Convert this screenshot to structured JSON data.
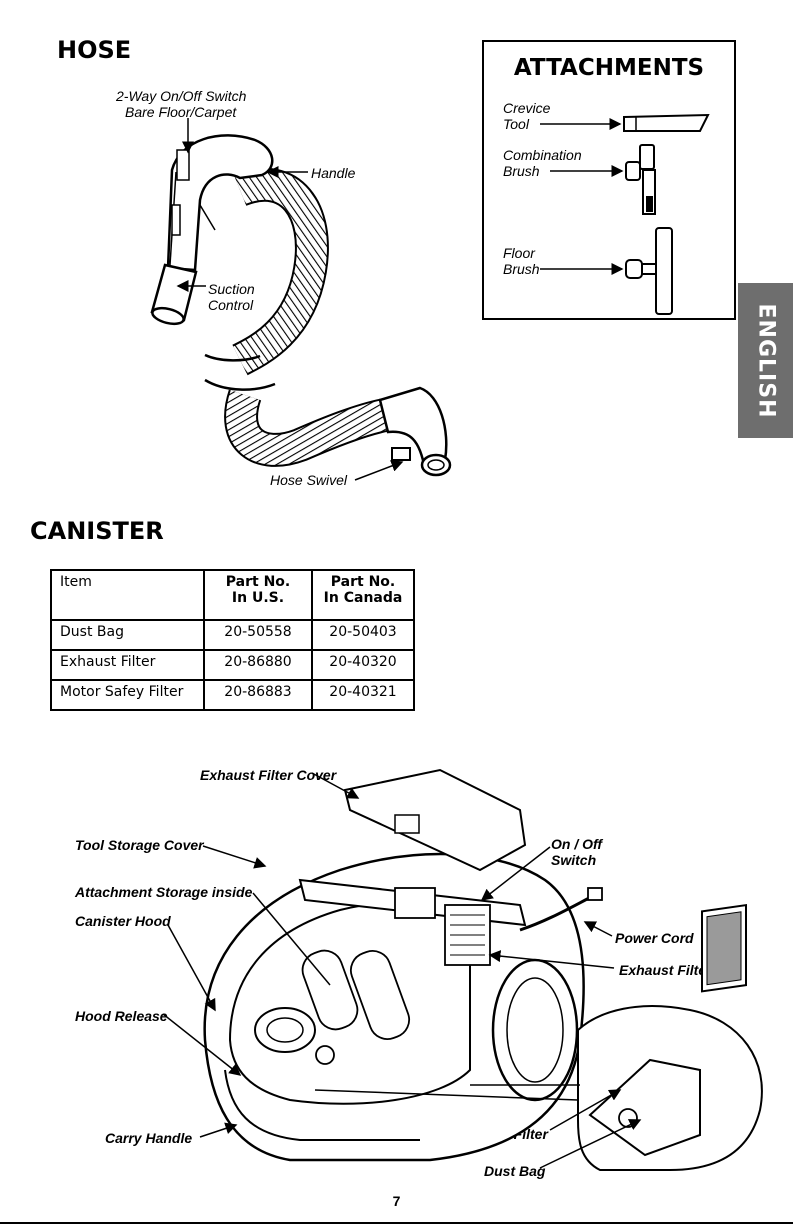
{
  "hose": {
    "title": "HOSE",
    "labels": {
      "switch_line1": "2-Way On/Off Switch",
      "switch_line2": "Bare Floor/Carpet",
      "handle": "Handle",
      "suction_line1": "Suction",
      "suction_line2": "Control",
      "swivel": "Hose Swivel"
    }
  },
  "attachments": {
    "title": "ATTACHMENTS",
    "items": [
      {
        "line1": "Crevice",
        "line2": "Tool",
        "icon": "crevice-tool-icon"
      },
      {
        "line1": "Combination",
        "line2": "Brush",
        "icon": "combination-brush-icon"
      },
      {
        "line1": "Floor",
        "line2": "Brush",
        "icon": "floor-brush-icon"
      }
    ]
  },
  "side_tab": {
    "label": "ENGLISH"
  },
  "canister": {
    "title": "CANISTER",
    "table": {
      "headers": [
        {
          "line1": "Item",
          "line2": ""
        },
        {
          "line1": "Part No.",
          "line2": "In U.S."
        },
        {
          "line1": "Part No.",
          "line2": "In Canada"
        }
      ],
      "rows": [
        [
          "Dust Bag",
          "20-50558",
          "20-50403"
        ],
        [
          "Exhaust Filter",
          "20-86880",
          "20-40320"
        ],
        [
          "Motor Safey Filter",
          "20-86883",
          "20-40321"
        ]
      ]
    },
    "labels": {
      "exhaust_cover": "Exhaust Filter Cover",
      "tool_storage": "Tool Storage Cover",
      "attachment_storage_line1": "Attachment Storage inside",
      "attachment_storage_line2": "Canister Hood",
      "hood_release": "Hood Release",
      "carry_handle": "Carry Handle",
      "on_off_line1": "On / Off",
      "on_off_line2": "Switch",
      "power_cord": "Power Cord",
      "exhaust_filter": "Exhaust Filter",
      "motor_filter": "Motor Safety Filter",
      "dust_bag": "Dust Bag"
    }
  },
  "page": {
    "number": "7"
  }
}
